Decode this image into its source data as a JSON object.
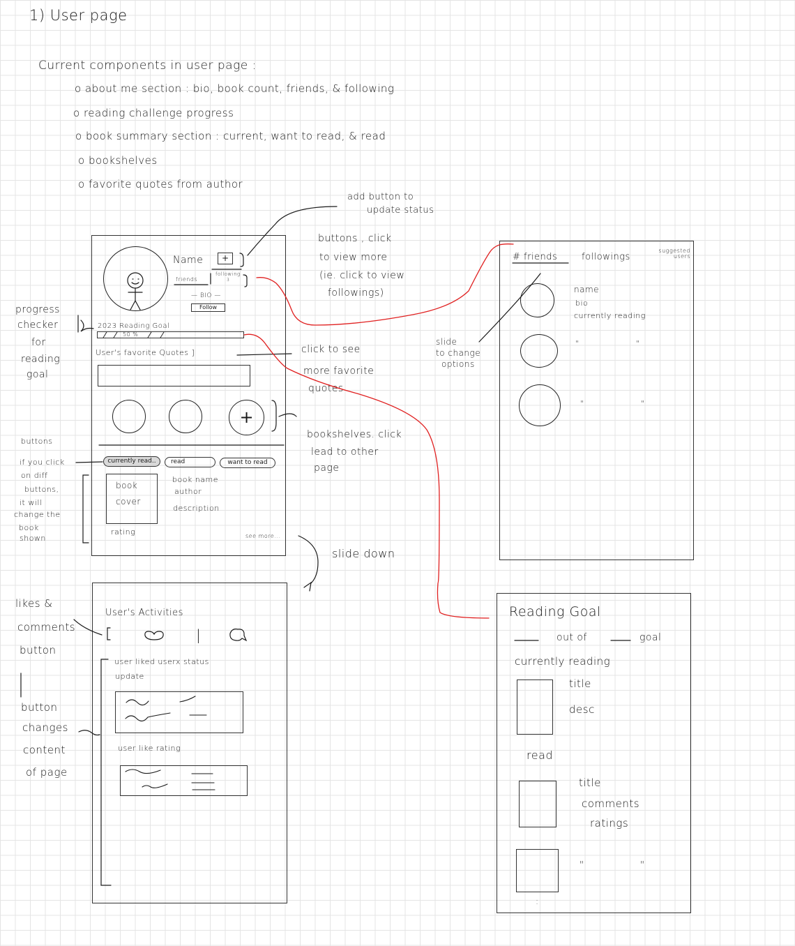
{
  "heading": "1) User page",
  "intro": {
    "title": "Current components in user page :",
    "bullets": [
      "o about me section : bio, book count, friends, & following",
      "o reading challenge progress",
      "o book summary section : current, want to read, & read",
      "o bookshelves",
      "o favorite quotes from author"
    ]
  },
  "annotations": {
    "add_button_status": [
      "add button to",
      "update status"
    ],
    "buttons_click": [
      "buttons , click",
      "to view more",
      "(ie. click to view",
      "followings)"
    ],
    "click_quotes": [
      "click to see",
      "more favorite",
      "quotes"
    ],
    "bookshelves_click": [
      "bookshelves. click",
      "lead to other",
      "page"
    ],
    "slide_options": [
      "slide",
      "to change",
      "options"
    ],
    "progress_checker": [
      "progress",
      "checker",
      "for",
      "reading",
      "goal"
    ],
    "buttons_side": [
      "buttons",
      "if you click",
      "on diff",
      "buttons,",
      "it will",
      "change the",
      "book",
      "shown"
    ],
    "slide_down": "slide down",
    "likes_comments": [
      "likes &",
      "comments",
      "button"
    ],
    "button_changes": [
      "button",
      "changes",
      "content",
      "of page"
    ]
  },
  "user_screen": {
    "name": "Name",
    "plus_symbol": "+",
    "friends": "friends",
    "following": "following",
    "following_count": "3",
    "bio": "— BIO —",
    "follow_button": "Follow",
    "reading_goal": "2023 Reading Goal",
    "progress_label": "50 %",
    "progress_fraction": 0.5,
    "favorite_quotes": "User's favorite Quotes ]",
    "shelf_plus": "+",
    "tabs": [
      "currently read..",
      "read",
      "want to read"
    ],
    "book_cover": [
      "book",
      "cover"
    ],
    "book_info": [
      "book name",
      "author",
      "description"
    ],
    "rating": "rating",
    "see_more": "see more..."
  },
  "friends_screen": {
    "tabs": [
      "# friends",
      "followings",
      "suggested users"
    ],
    "item_fields": [
      "name",
      "bio",
      "currently reading"
    ],
    "ditto_left": "\"",
    "ditto_right": "\""
  },
  "activities_screen": {
    "title": "User's Activities",
    "divider": "|",
    "item1": [
      "user liked userx status",
      "update"
    ],
    "item2": "user like rating"
  },
  "goal_screen": {
    "title": "Reading Goal",
    "goal_line": "out of",
    "goal_word": "goal",
    "currently_reading": "currently reading",
    "title_label": "title",
    "desc_label": "desc",
    "read_label": "read",
    "read_fields": [
      "title",
      "comments",
      "ratings"
    ],
    "ditto_left": "\"",
    "ditto_right": "\"",
    "ellipsis": ":"
  },
  "colors": {
    "ink": "#1a1a1a",
    "connector": "#e02020",
    "pill_fill": "#d9d9d9"
  }
}
